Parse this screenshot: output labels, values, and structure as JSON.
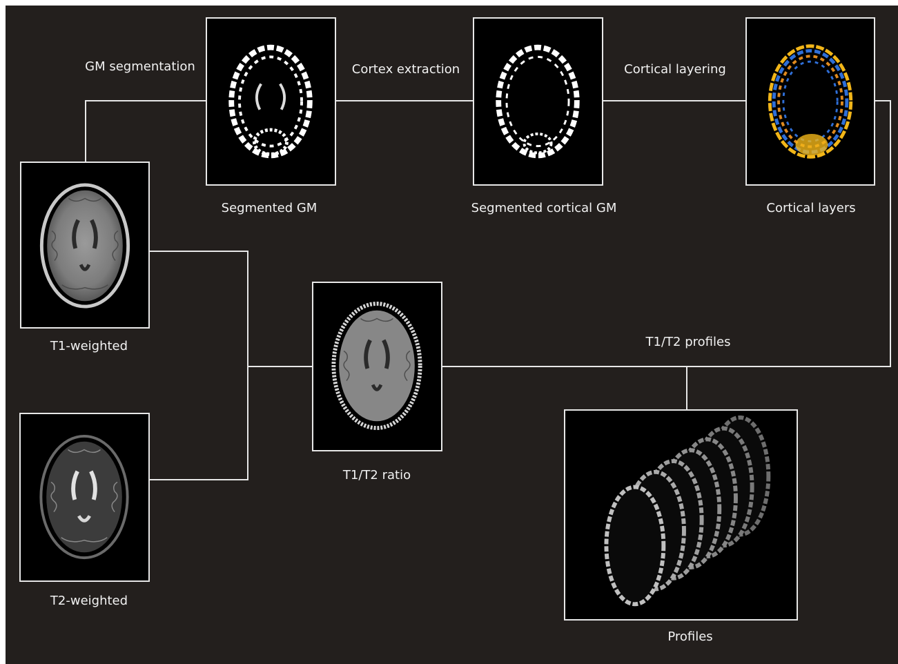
{
  "steps": {
    "gm_segmentation": "GM segmentation",
    "cortex_extraction": "Cortex extraction",
    "cortical_layering": "Cortical layering",
    "t1t2_profiles": "T1/T2 profiles"
  },
  "images": {
    "t1": "T1-weighted",
    "t2": "T2-weighted",
    "segmented_gm": "Segmented GM",
    "segmented_cortical_gm": "Segmented cortical GM",
    "cortical_layers": "Cortical layers",
    "ratio": "T1/T2 ratio",
    "profiles": "Profiles"
  },
  "colors": {
    "background": "#231f1d",
    "line": "#e8e8e8",
    "layer_outer": "#f2b619",
    "layer_inner": "#2f6fd8"
  }
}
